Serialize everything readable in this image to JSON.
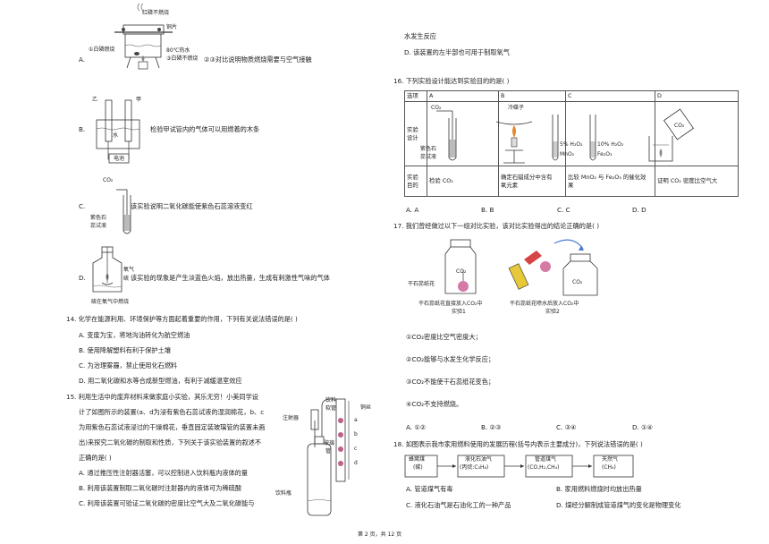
{
  "left": {
    "optA": {
      "letter": "A.",
      "labels": [
        "①白磷燃烧",
        "红磷不燃烧",
        "铜片",
        "80℃热水",
        "③白磷不燃烧"
      ],
      "text": "②③对比说明物质燃烧需要与空气接触"
    },
    "optB": {
      "letter": "B.",
      "labels": [
        "乙",
        "甲",
        "水",
        "电池"
      ],
      "text": "检验甲试管内的气体可以用燃着的木条"
    },
    "optC": {
      "letter": "C.",
      "labels": [
        "CO₂",
        "紫色石",
        "蕊试液"
      ],
      "text": "该实验说明二氧化碳能使紫色石蕊溶液变红"
    },
    "optD": {
      "letter": "D.",
      "labels": [
        "氧气",
        "硫",
        "硫在氧气中燃烧"
      ],
      "text": "该实验的现象是产生淡蓝色火焰，放出热量，生成有刺激性气味的气体"
    },
    "q14": {
      "stem": "14.  化学在能源利用、环境保护等方面起着重要的作用，下列有关说法错误的是(    )",
      "options": [
        "A.  变废为宝，将地沟油转化为航空燃油",
        "B.  使用降解塑料有利于保护土壤",
        "C.  为治理雾霾，禁止使用化石燃料",
        "D.  用二氧化碳和水等合成新型燃油，有利于减缓温室效应"
      ]
    },
    "q15": {
      "stem": [
        "15.  利用生活中的废弃材料来做家庭小实验，其乐无穷！小美同学设",
        "计了如图所示的装置(a、d为浸有紫色石蕊试液的湿润棉花，b、c",
        "为用紫色石蕊试液浸过的干燥棉花，垂直固定装玻璃管的装置未画",
        "出)来探究二氧化碳的制取和性质，下列关于该实验装置的叙述不",
        "正确的是(    )"
      ],
      "options": [
        "A.  通过推压性注射器活塞，可以控制进入饮料瓶内液体的量",
        "B.  利用该装置制取二氧化碳时注射器内的液体可为稀硫酸",
        "C.  利用该装置可验证二氧化碳的密度比空气大及二氧化碳能与"
      ],
      "figure_labels": [
        "注射器",
        "饮料",
        "软管",
        "铜丝",
        "玻璃",
        "管",
        "饮料瓶",
        "a",
        "b",
        "c",
        "d"
      ]
    }
  },
  "right": {
    "cont": "水发生反应",
    "optD": "D.  该装置的左半部也可用于制取氧气",
    "q16": {
      "stem": "16.  下列实验设计能达到实验目的的是(    )",
      "header": [
        "选项",
        "A",
        "B",
        "C",
        "D"
      ],
      "row2_label": [
        "实验",
        "设计"
      ],
      "row3_label": [
        "实验",
        "目的"
      ],
      "fig_labels": [
        "CO₂",
        "紫色石",
        "蕊试液",
        "冷碟子",
        "5% H₂O₂",
        "MnO₂",
        "10% H₂O₂",
        "Fe₂O₃",
        "CO₂"
      ],
      "purposes": [
        [
          "检验 CO₂"
        ],
        [
          "确定石蜡成分中含有",
          "氧元素"
        ],
        [
          "比较 MnO₂ 与 Fe₂O₃ 的催化效",
          "果"
        ],
        [
          "证明 CO₂ 密度比空气大"
        ]
      ],
      "options": [
        "A. A",
        "B. B",
        "C. C",
        "D. D"
      ]
    },
    "q17": {
      "stem": "17.  我们曾经做过以下一组对比实验，该对比实验得出的结论正确的是(    )",
      "fig_labels": [
        "CO₂",
        "CO₂",
        "干石蕊纸花"
      ],
      "captions": [
        [
          "干石蕊纸花直接放入CO₂中",
          "实验1"
        ],
        [
          "干石蕊纸花喷水后放入CO₂中",
          "实验2"
        ]
      ],
      "statements": [
        "①CO₂密度比空气密度大；",
        "②CO₂能够与水发生化学反应；",
        "③CO₂不能使干石蕊纸花变色；",
        "④CO₂不支持燃烧。"
      ],
      "options": [
        "A.  ①②",
        "B.  ②③",
        "C.  ③④",
        "D.  ①④"
      ]
    },
    "q18": {
      "stem": "18.  如图表示我市家用燃料使用的发展历程(括号内表示主要成分)，下列说法错误的是(    )",
      "flow": [
        [
          "蜂窝煤",
          "(碳)"
        ],
        [
          "液化石油气",
          "(丙烷:C₃H₈)"
        ],
        [
          "管道煤气",
          "(CO,H₂,CH₄)"
        ],
        [
          "天然气",
          "(CH₄)"
        ]
      ],
      "options": [
        "A.  管道煤气有毒",
        "B.  家用燃料燃烧时均放出热量",
        "C.  液化石油气是石油化工的一种产品",
        "D.  煤经分解制成管道煤气的变化是物理变化"
      ]
    }
  },
  "footer": "第 2 页，共 12 页"
}
